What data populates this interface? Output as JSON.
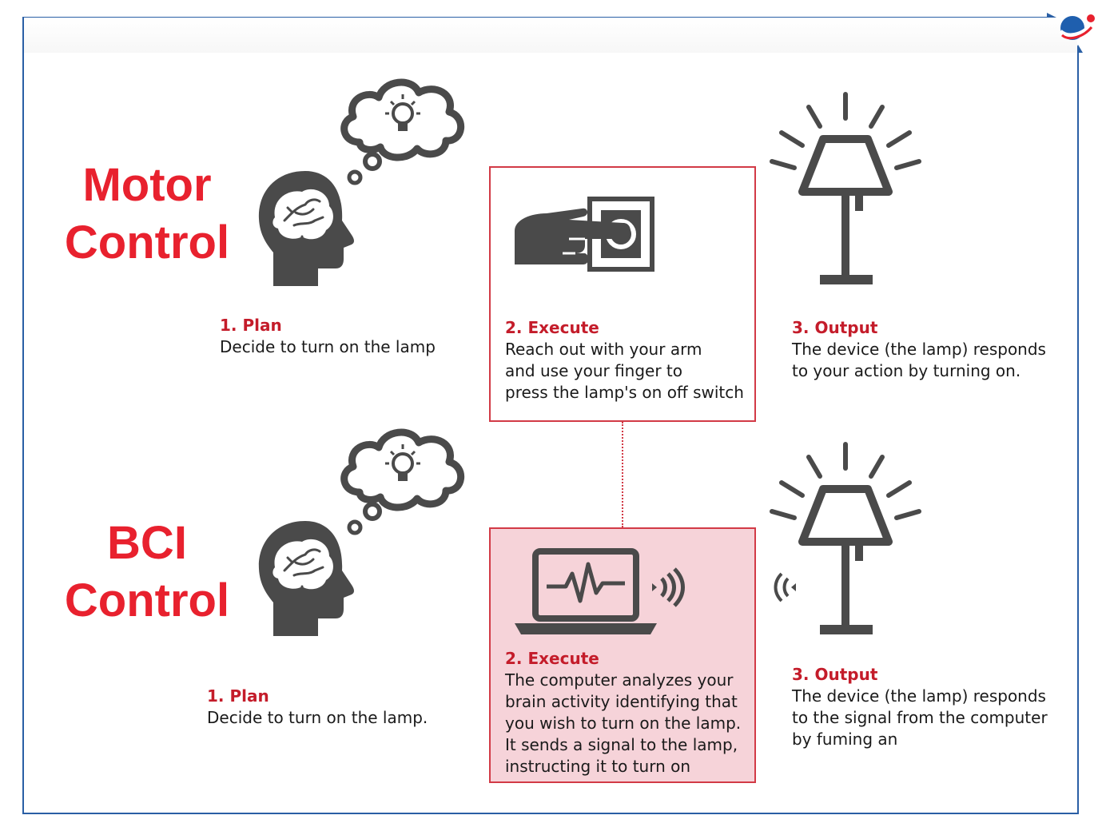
{
  "colors": {
    "accent_red": "#e8212e",
    "label_red": "#c41c2a",
    "icon_gray": "#4a4a4a",
    "frame_blue": "#2a5fa5",
    "highlight_pink": "#f6d3d9"
  },
  "logo": {
    "icon": "globe-swoosh-logo"
  },
  "motor": {
    "title_line1": "Motor",
    "title_line2": "Control",
    "plan": {
      "heading": "1. Plan",
      "text": "Decide to turn on the lamp"
    },
    "execute": {
      "heading": "2. Execute",
      "text": "Reach out with your arm\nand use your finger to\npress the lamp's on off switch"
    },
    "output": {
      "heading": "3. Output",
      "text": "The device (the lamp) responds\nto your action by turning on."
    }
  },
  "bci": {
    "title_line1": "BCI",
    "title_line2": "Control",
    "plan": {
      "heading": "1. Plan",
      "text": "Decide to turn on the lamp."
    },
    "execute": {
      "heading": "2. Execute",
      "text": "The computer analyzes your\nbrain activity identifying that\nyou wish to turn on the lamp.\nIt sends a signal to the lamp,\ninstructing it to turn on"
    },
    "output": {
      "heading": "3. Output",
      "text": "The device (the lamp) responds\nto the signal from the computer\nby fuming an"
    }
  },
  "icons": [
    "head-brain-icon",
    "thought-cloud-bulb-icon",
    "finger-press-switch-icon",
    "lamp-glowing-icon",
    "laptop-heartbeat-icon",
    "wireless-signal-icon"
  ]
}
